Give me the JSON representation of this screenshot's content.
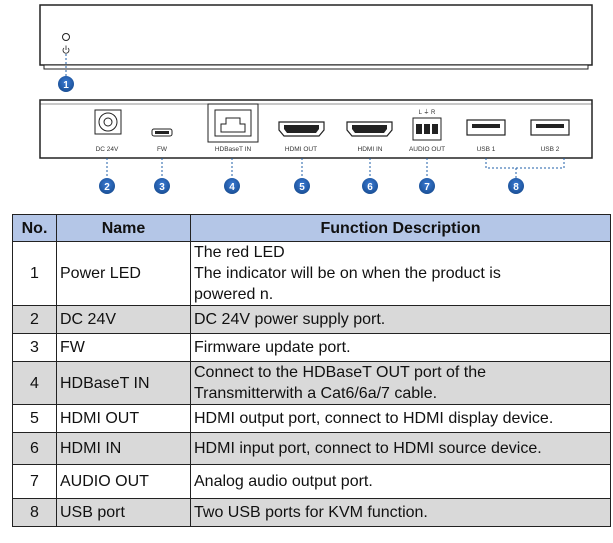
{
  "figure": {
    "port_labels": [
      "DC 24V",
      "FW",
      "HDBaseT IN",
      "HDMI OUT",
      "HDMI IN",
      "AUDIO OUT",
      "USB 1",
      "USB 2"
    ],
    "audio_pins": "L  ⏚  R",
    "callouts": [
      "1",
      "2",
      "3",
      "4",
      "5",
      "6",
      "7",
      "8"
    ],
    "colors": {
      "callout_fill": "#1f5fa8",
      "panel_stroke": "#222222"
    }
  },
  "table": {
    "headers": [
      "No.",
      "Name",
      "Function Description"
    ],
    "rows": [
      {
        "no": "1",
        "name": "Power LED",
        "desc": [
          "The red LED",
          "The indicator will be on when the product is",
          "powered n."
        ]
      },
      {
        "no": "2",
        "name": "DC 24V",
        "desc": [
          "DC 24V power supply port."
        ]
      },
      {
        "no": "3",
        "name": "FW",
        "desc": [
          "Firmware update port."
        ]
      },
      {
        "no": "4",
        "name": "HDBaseT IN",
        "desc": [
          "Connect to the HDBaseT OUT port of the",
          "Transmitterwith a Cat6/6a/7 cable."
        ]
      },
      {
        "no": "5",
        "name": "HDMI OUT",
        "desc": [
          "HDMI output port, connect to HDMI display device."
        ]
      },
      {
        "no": "6",
        "name": "HDMI IN",
        "desc": [
          "HDMI input port, connect to HDMI source device."
        ]
      },
      {
        "no": "7",
        "name": "AUDIO OUT",
        "desc": [
          "Analog audio output port."
        ]
      },
      {
        "no": "8",
        "name": "USB port",
        "desc": [
          "Two USB ports for KVM function."
        ]
      }
    ],
    "colors": {
      "header_bg": "#b4c6e7",
      "shaded_row_bg": "#d9d9d9"
    }
  }
}
